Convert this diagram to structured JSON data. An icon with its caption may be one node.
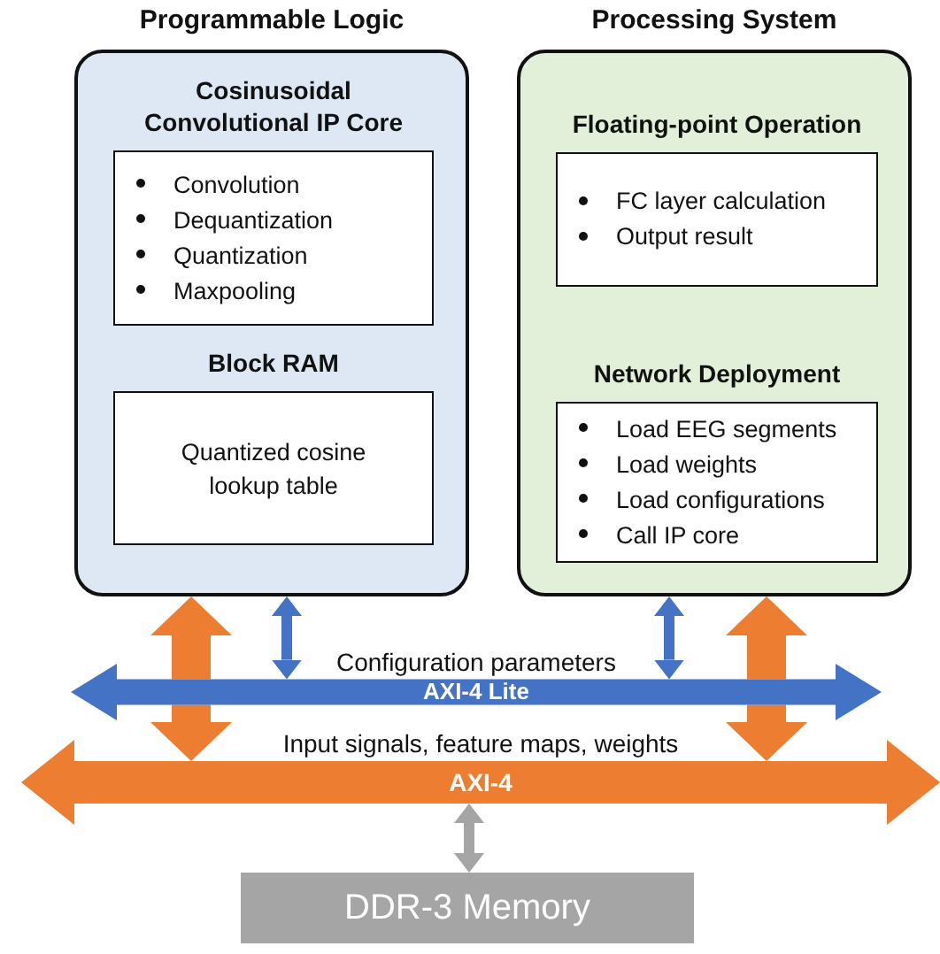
{
  "diagram": {
    "nodes": [
      {
        "text": [
          "Programmable Logic"
        ]
      },
      {
        "text": [
          "Cosinusoidal Convolutional IP Core",
          "Convolution",
          "Dequantization",
          "Quantization",
          "Maxpooling"
        ],
        "in": 0
      },
      {
        "text": [
          "Block RAM",
          "Quantized cosine lookup table"
        ],
        "in": 0
      },
      {
        "text": [
          "Processing System"
        ]
      },
      {
        "text": [
          "Floating-point Operation",
          "FC layer calculation",
          "Output result"
        ],
        "in": 3
      },
      {
        "text": [
          "Network Deployment",
          "Load EEG segments",
          "Load weights",
          "Load configurations",
          "Call IP core"
        ],
        "in": 3
      },
      {
        "text": [
          "AXI-4 Lite"
        ],
        "beside": [
          "Configuration parameters"
        ]
      },
      {
        "text": [
          "AXI-4"
        ],
        "beside": [
          "Input signals, feature maps, weights"
        ]
      },
      {
        "text": [
          "DDR-3 Memory"
        ]
      }
    ],
    "edges": [
      {
        "from": 0,
        "to": 6,
        "arrow": "both",
        "color": "#4472c4"
      },
      {
        "from": 3,
        "to": 6,
        "arrow": "both",
        "color": "#4472c4"
      },
      {
        "from": 6,
        "to": 0,
        "arrow": "to",
        "color": "#ed7d31"
      },
      {
        "from": 6,
        "to": 7,
        "arrow": "to",
        "color": "#ed7d31"
      },
      {
        "from": 6,
        "to": 3,
        "arrow": "to",
        "color": "#ed7d31"
      },
      {
        "from": 6,
        "to": 7,
        "arrow": "to",
        "color": "#ed7d31"
      },
      {
        "from": 7,
        "to": 8,
        "arrow": "both",
        "color": "#a5a5a5"
      }
    ]
  }
}
